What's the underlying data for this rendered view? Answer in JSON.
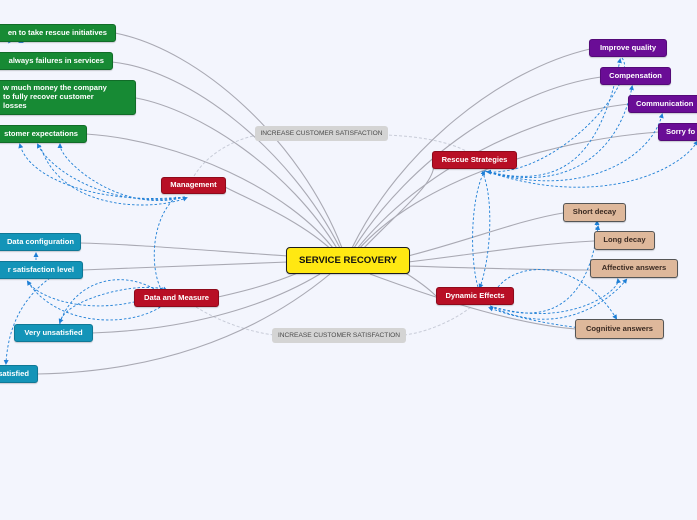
{
  "center": {
    "label": "SERVICE RECOVERY"
  },
  "branches": {
    "management": "Management",
    "data_and_measure": "Data and Measure",
    "rescue_strategies": "Rescue Strategies",
    "dynamic_effects": "Dynamic Effects"
  },
  "management_items": {
    "rescue_initiatives": "en to take rescue initiatives",
    "failures": "always failures in services",
    "money": "w much money the company\n to fully recover customer\n losses",
    "expectations": "stomer expectations"
  },
  "data_items": {
    "configuration": "Data configuration",
    "satisfaction_level": "r satisfaction level",
    "very_unsatisfied": "Very unsatisfied",
    "satisfied": "satisfied"
  },
  "rescue_items": {
    "improve_quality": "Improve quality",
    "compensation": "Compensation",
    "communication": "Communication",
    "sorry": "Sorry fo"
  },
  "dynamic_items": {
    "short_decay": "Short decay",
    "long_decay": "Long decay",
    "affective_answers": "Affective answers",
    "cognitive_answers": "Cognitive answers"
  },
  "relationships": {
    "top": "INCREASE CUSTOMER SATISFACTION",
    "bottom": "INCREASE CUSTOMER SATISFACTION"
  },
  "colors": {
    "background": "#f3f5fd",
    "center": "#ffe812",
    "branch": "#b80f25",
    "management": "#178a34",
    "data": "#1394b8",
    "rescue": "#6a0d96",
    "dynamic": "#deb89b",
    "link": "#a9a9b3",
    "dashed_link": "#1e7fd6",
    "relationship_link": "#c8ccd8"
  }
}
